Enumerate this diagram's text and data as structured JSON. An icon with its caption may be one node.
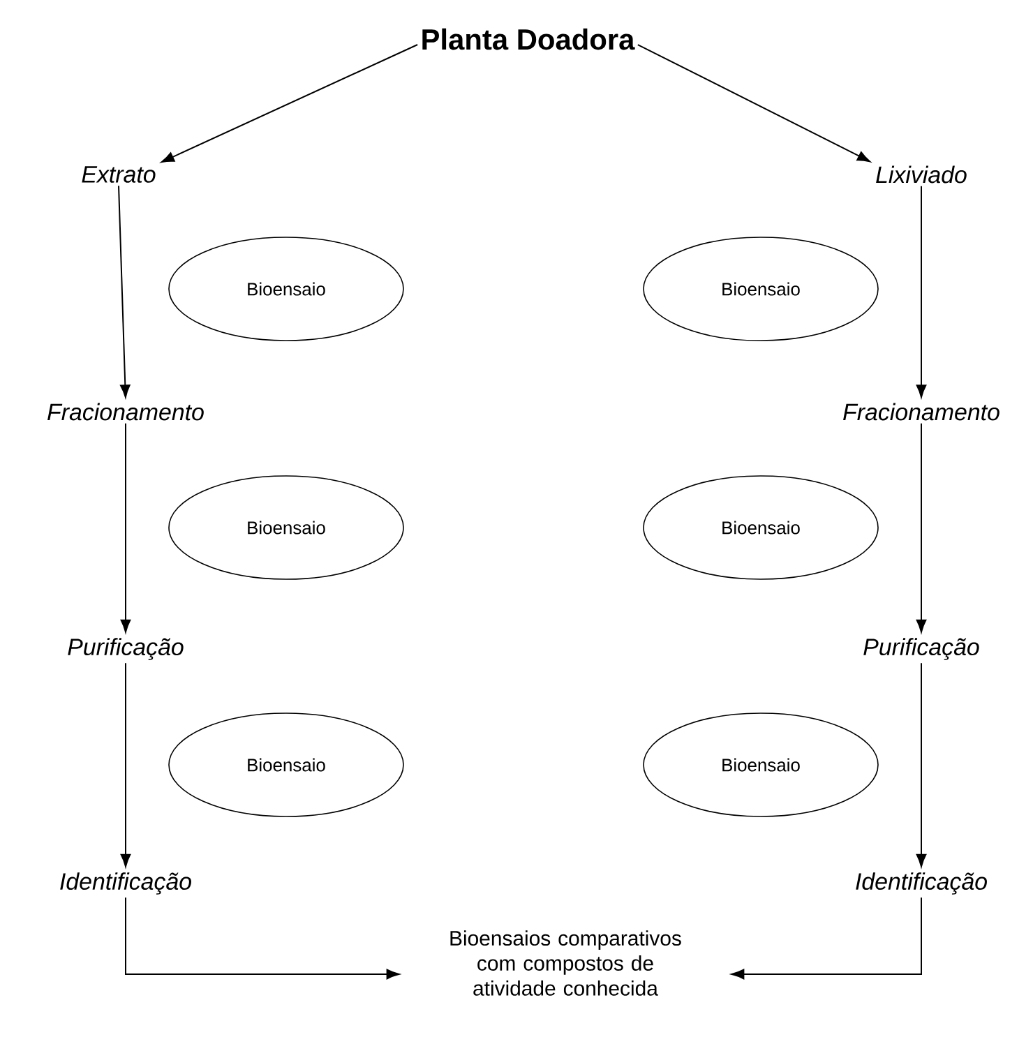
{
  "diagram": {
    "nodes": [
      {
        "text": [
          "Planta Doadora"
        ]
      },
      {
        "text": [
          "Extrato"
        ]
      },
      {
        "text": [
          "Lixiviado"
        ]
      },
      {
        "text": [
          "Bioensaio"
        ]
      },
      {
        "text": [
          "Bioensaio"
        ]
      },
      {
        "text": [
          "Fracionamento"
        ]
      },
      {
        "text": [
          "Fracionamento"
        ]
      },
      {
        "text": [
          "Bioensaio"
        ]
      },
      {
        "text": [
          "Bioensaio"
        ]
      },
      {
        "text": [
          "Purificação"
        ]
      },
      {
        "text": [
          "Purificação"
        ]
      },
      {
        "text": [
          "Bioensaio"
        ]
      },
      {
        "text": [
          "Bioensaio"
        ]
      },
      {
        "text": [
          "Identificação"
        ]
      },
      {
        "text": [
          "Identificação"
        ]
      },
      {
        "text": [
          "Bioensaios comparativos com compostos de atividade conhecida"
        ]
      }
    ],
    "edges": [
      {
        "from": 0,
        "to": 1,
        "arrow": "to"
      },
      {
        "from": 0,
        "to": 2,
        "arrow": "to"
      },
      {
        "from": 1,
        "to": 5,
        "arrow": "to"
      },
      {
        "from": 2,
        "to": 6,
        "arrow": "to"
      },
      {
        "from": 5,
        "to": 9,
        "arrow": "to"
      },
      {
        "from": 6,
        "to": 10,
        "arrow": "to"
      },
      {
        "from": 9,
        "to": 13,
        "arrow": "to"
      },
      {
        "from": 10,
        "to": 14,
        "arrow": "to"
      },
      {
        "from": 13,
        "to": 15,
        "arrow": "to"
      },
      {
        "from": 14,
        "to": 15,
        "arrow": "to"
      }
    ]
  }
}
